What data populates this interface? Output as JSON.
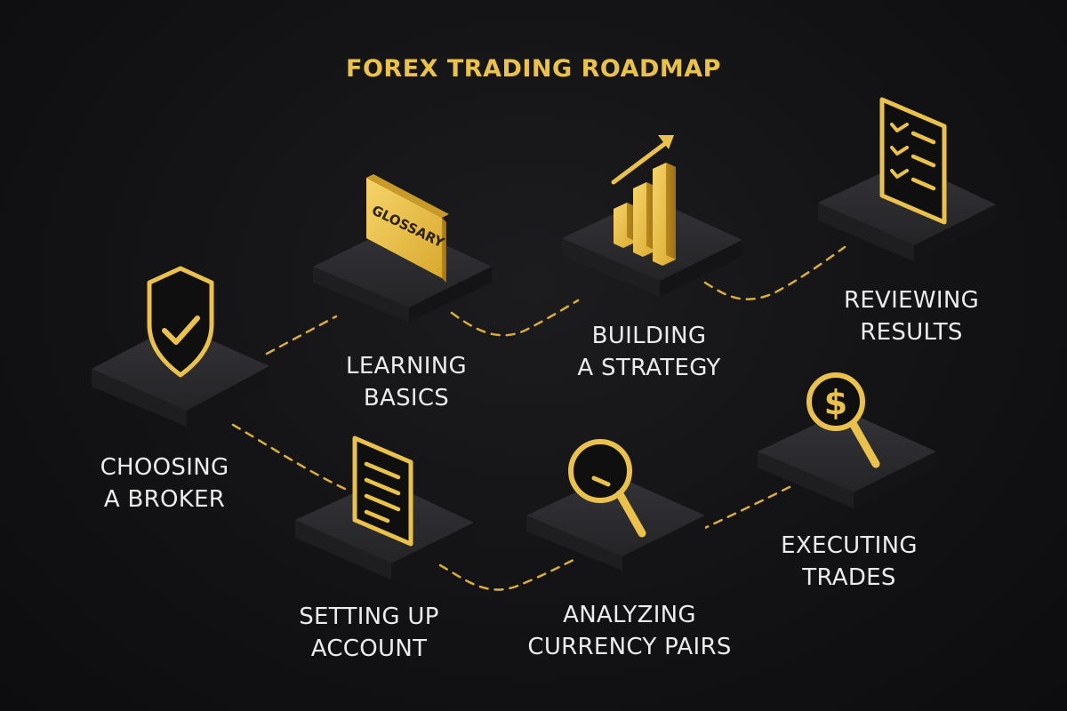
{
  "title": "FOREX TRADING ROADMAP",
  "colors": {
    "background": "#121214",
    "accent": "#E9C14C",
    "platform_top": "#2A2A2D",
    "platform_side": "#1A1A1C",
    "text": "#ECECEC"
  },
  "steps": [
    {
      "id": "choosing-a-broker",
      "lines": [
        "CHOOSING",
        "A BROKER"
      ],
      "icon": "shield-check-icon"
    },
    {
      "id": "learning-basics",
      "lines": [
        "LEARNING",
        "BASICS"
      ],
      "icon": "glossary-book-icon",
      "icon_text": "GLOSSARY"
    },
    {
      "id": "setting-up-account",
      "lines": [
        "SETTING UP",
        "ACCOUNT"
      ],
      "icon": "document-icon"
    },
    {
      "id": "building-a-strategy",
      "lines": [
        "BUILDING",
        "A STRATEGY"
      ],
      "icon": "bar-chart-growth-icon"
    },
    {
      "id": "analyzing-currency-pairs",
      "lines": [
        "ANALYZING",
        "CURRENCY PAIRS"
      ],
      "icon": "magnifier-icon"
    },
    {
      "id": "reviewing-results",
      "lines": [
        "REVIEWING",
        "RESULTS"
      ],
      "icon": "checklist-icon"
    },
    {
      "id": "executing-trades",
      "lines": [
        "EXECUTING",
        "TRADES"
      ],
      "icon": "dollar-magnifier-icon",
      "icon_text": "$"
    }
  ]
}
